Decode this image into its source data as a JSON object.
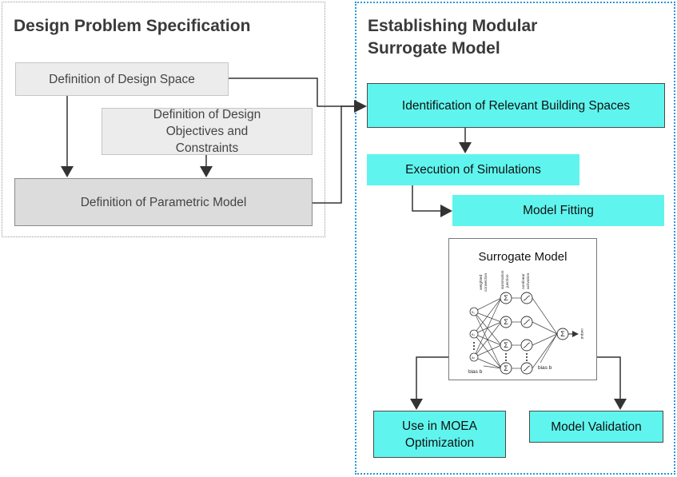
{
  "left_panel": {
    "title": "Design Problem Specification",
    "boxes": {
      "design_space": "Definition of Design Space",
      "objectives": "Definition of Design Objectives and Constraints",
      "parametric_model": "Definition of Parametric Model"
    }
  },
  "right_panel": {
    "title": "Establishing Modular\nSurrogate Model",
    "boxes": {
      "identification": "Identification of Relevant Building Spaces",
      "execution": "Execution of Simulations",
      "fitting": "Model Fitting",
      "moea": "Use in MOEA Optimization",
      "validation": "Model Validation"
    },
    "surrogate": {
      "title": "Surrogate Model",
      "labels": {
        "weighted": "weighted",
        "connection": "connection",
        "summation": "summation",
        "junction": "junction",
        "nonlinear": "nonlinear",
        "activation": "activation",
        "bias_left": "bias b",
        "bias_right": "bias b",
        "output": "output",
        "input_1": "x₁",
        "input_2": "x₂",
        "input_n": "xₙ",
        "sigma": "Σ"
      }
    }
  },
  "colors": {
    "cyan": "#5ff5ee",
    "blue_border": "#2a9ad6",
    "light_box": "#ececec",
    "mid_box": "#dcdcdc"
  }
}
